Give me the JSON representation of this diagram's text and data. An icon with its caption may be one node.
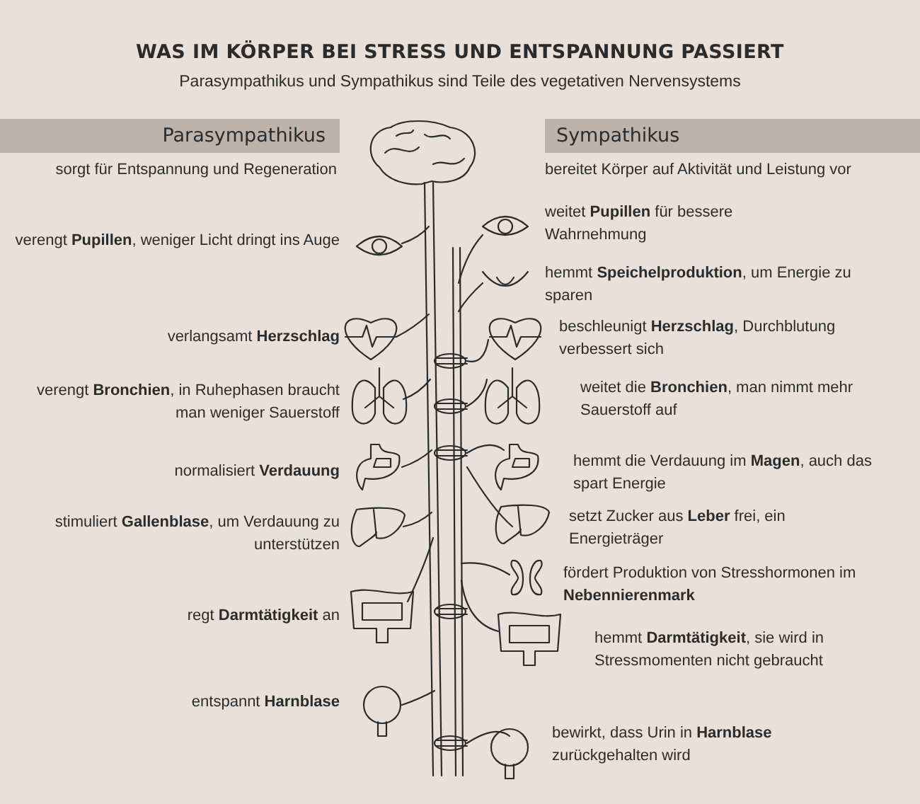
{
  "diagram": {
    "title": "WAS IM KÖRPER BEI STRESS UND ENTSPANNUNG PASSIERT",
    "nodes": [
      {
        "text": [
          "Parasympathikus"
        ]
      },
      {
        "text": [
          "Sympathikus"
        ]
      }
    ],
    "labels": [
      "Parasympathikus und Sympathikus sind Teile des vegetativen Nervensystems",
      "sorgt für Entspannung und Regeneration",
      "bereitet Körper auf Aktivität und Leistung vor",
      "weitet **Pupillen** für bessere Wahrnehmung",
      "verengt **Pupillen**, weniger Licht dringt ins Auge",
      "hemmt **Speichelproduktion**, um Energie zu sparen",
      "verlangsamt **Herzschlag**",
      "beschleunigt **Herzschlag**, Durchblutung verbessert sich",
      "verengt **Bronchien**, in Ruhephasen braucht man weniger Sauerstoff",
      "weitet die **Bronchien**, man nimmt mehr Sauerstoff auf",
      "normalisiert **Verdauung**",
      "hemmt die Verdauung im **Magen**, auch das spart Energie",
      "stimuliert **Gallenblase**, um Verdauung zu unterstützen",
      "setzt Zucker aus **Leber** frei, ein Energieträger",
      "fördert Produktion von Stresshormonen im **Nebennierenmark**",
      "regt **Darmtätigkeit** an",
      "hemmt **Darmtätigkeit**, sie wird in Stressmomenten nicht gebraucht",
      "entspannt **Harnblase**",
      "bewirkt, dass Urin in **Harnblase** zurückgehalten wird"
    ]
  }
}
